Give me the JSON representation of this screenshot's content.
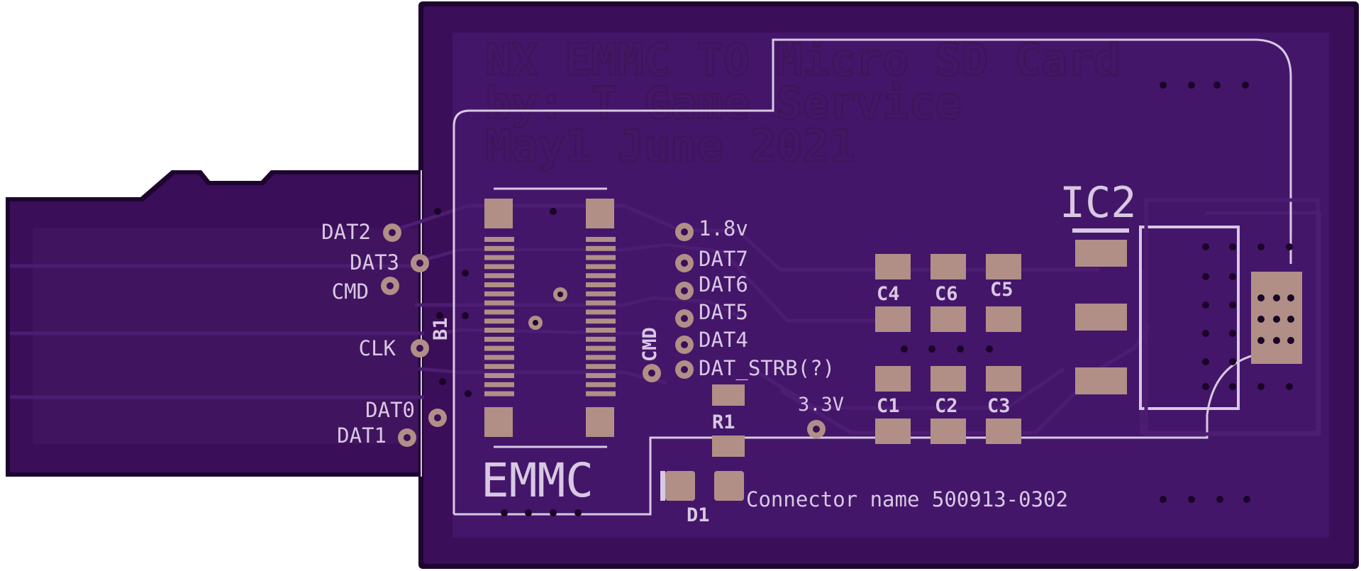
{
  "title_lines": [
    "NX EMMC TO Micro SD Card",
    "by: T Game Service",
    "May1 June 2021"
  ],
  "sd_pins": [
    "DAT2",
    "DAT3",
    "CMD",
    "CLK",
    "DAT0",
    "DAT1"
  ],
  "sd_ref": "B1",
  "emmc_label": "EMMC",
  "emmc_pins": [
    "1.8v",
    "DAT7",
    "DAT6",
    "DAT5",
    "DAT4",
    "DAT_STRB(?)"
  ],
  "emmc_cmd": "CMD",
  "voltage": "3.3V",
  "ic": "IC2",
  "caps_top": [
    "C4",
    "C6",
    "C5"
  ],
  "caps_bottom": [
    "C1",
    "C2",
    "C3"
  ],
  "resistor": "R1",
  "diode": "D1",
  "connector_note": "Connector name 500913-0302",
  "colors": {
    "board": "#3a0e58",
    "board_outline": "#1e0530",
    "inner": "#43166a",
    "silk": "#d8c8e2",
    "pad": "#b18f87",
    "trace": "#4c1d72"
  }
}
